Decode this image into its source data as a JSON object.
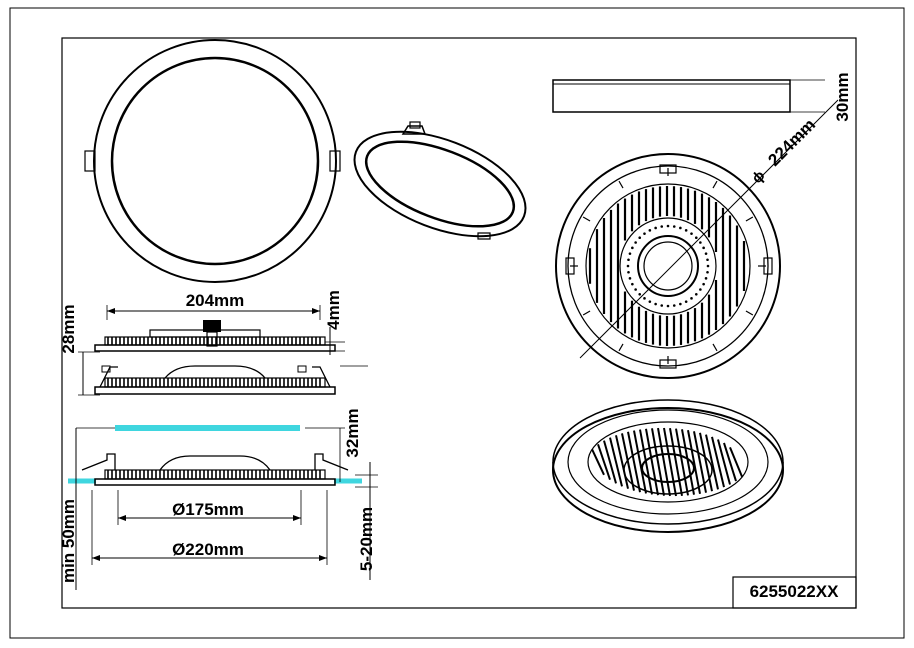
{
  "dimensions": {
    "width_top": "204mm",
    "thickness_panel": "4mm",
    "total_height": "28mm",
    "ceiling_thickness": "32mm",
    "inner_diameter": "Ø175mm",
    "outer_diameter": "Ø220mm",
    "min_depth": "min 50mm",
    "ceiling_range": "5-20mm",
    "side_height": "30mm",
    "diameter": "224mm",
    "diameter_prefix": "ϕ"
  },
  "product_code": "6255022XX",
  "colors": {
    "line": "#000000",
    "ceiling": "#3fd6df"
  }
}
